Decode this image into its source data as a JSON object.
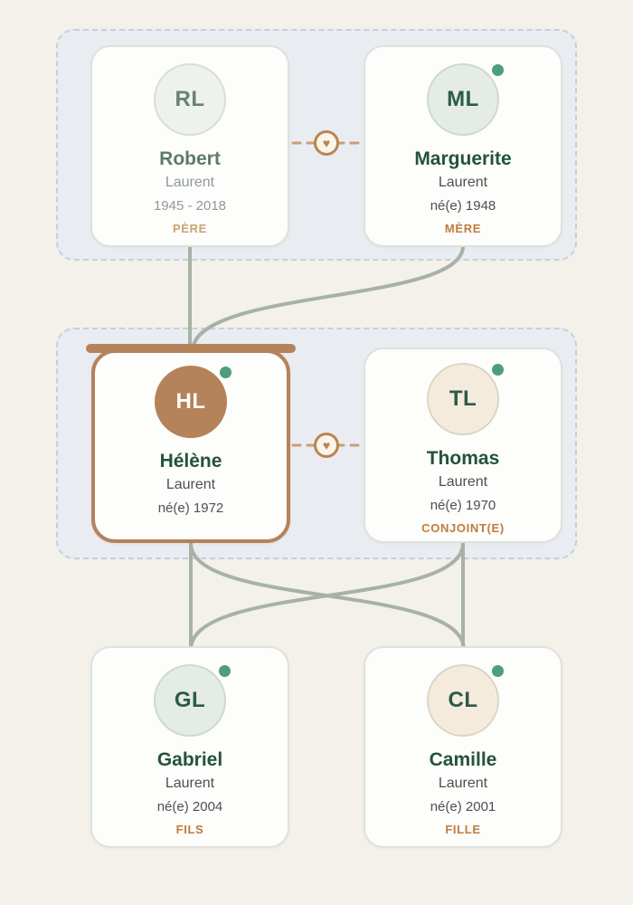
{
  "people": {
    "robert": {
      "initials": "RL",
      "first_name": "Robert",
      "last_name": "Laurent",
      "life": "1945 - 2018",
      "role": "PÈRE",
      "online": false,
      "deceased": true,
      "selected": false
    },
    "marguerite": {
      "initials": "ML",
      "first_name": "Marguerite",
      "last_name": "Laurent",
      "life": "né(e) 1948",
      "role": "MÈRE",
      "online": true,
      "deceased": false,
      "selected": false
    },
    "helene": {
      "initials": "HL",
      "first_name": "Hélène",
      "last_name": "Laurent",
      "life": "né(e) 1972",
      "role": "",
      "online": true,
      "deceased": false,
      "selected": true
    },
    "thomas": {
      "initials": "TL",
      "first_name": "Thomas",
      "last_name": "Laurent",
      "life": "né(e) 1970",
      "role": "CONJOINT(E)",
      "online": true,
      "deceased": false,
      "selected": false
    },
    "gabriel": {
      "initials": "GL",
      "first_name": "Gabriel",
      "last_name": "Laurent",
      "life": "né(e) 2004",
      "role": "FILS",
      "online": true,
      "deceased": false,
      "selected": false
    },
    "camille": {
      "initials": "CL",
      "first_name": "Camille",
      "last_name": "Laurent",
      "life": "né(e) 2001",
      "role": "FILLE",
      "online": true,
      "deceased": false,
      "selected": false
    }
  },
  "icons": {
    "heart": "♥"
  },
  "colors": {
    "page_bg": "#f3f1e9",
    "generation_box_bg": "#e9edf2",
    "generation_box_dash": "#c6cfda",
    "card_bg": "#fdfdfb",
    "card_border": "#dde2dc",
    "selected_accent": "#b5825a",
    "line_sage": "#a8b2a4",
    "name_green": "#23523f",
    "role_brown": "#bf7b3e",
    "online_dot": "#4d9e7a",
    "heart_brown": "#b9854f"
  }
}
